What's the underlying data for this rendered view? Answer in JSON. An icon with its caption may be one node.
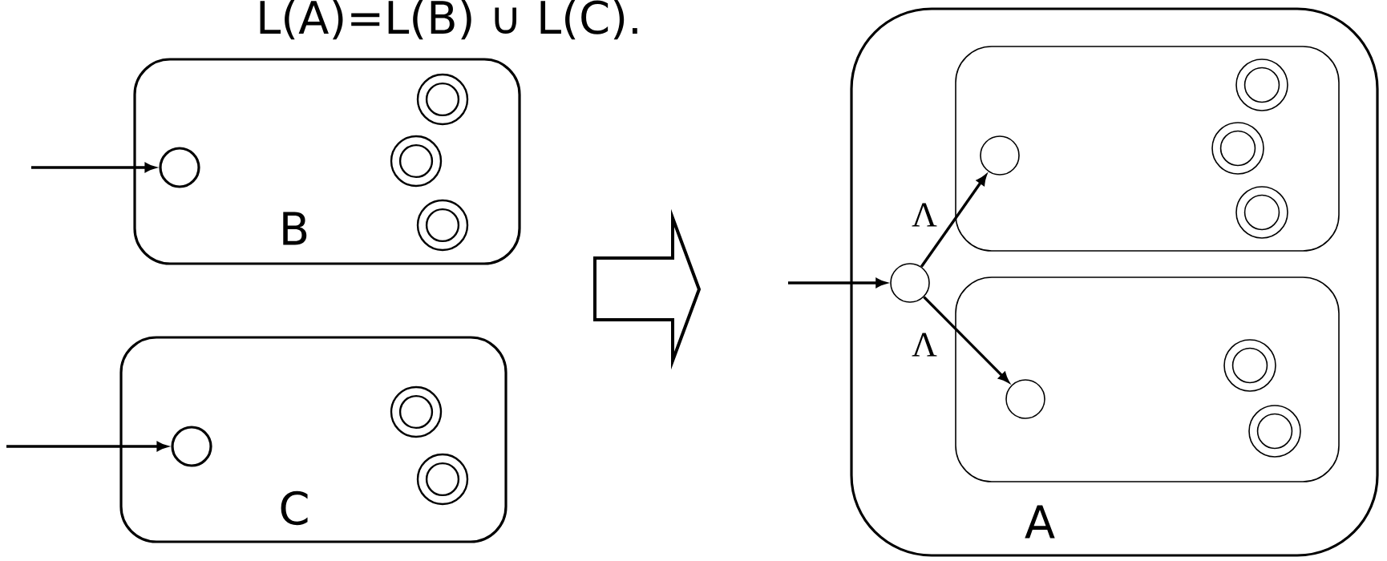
{
  "diagram": {
    "title": "L(A)=L(B) ∪ L(C).",
    "nodes": [
      {
        "text": [
          "B"
        ]
      },
      {
        "text": [],
        "shape": "circle",
        "in": 0
      },
      {
        "text": [],
        "shape": "double-circle",
        "in": 0
      },
      {
        "text": [],
        "shape": "double-circle",
        "in": 0
      },
      {
        "text": [],
        "shape": "double-circle",
        "in": 0
      },
      {
        "text": [
          "C"
        ]
      },
      {
        "text": [],
        "shape": "circle",
        "in": 5
      },
      {
        "text": [],
        "shape": "double-circle",
        "in": 5
      },
      {
        "text": [],
        "shape": "double-circle",
        "in": 5
      },
      {
        "text": [
          "A"
        ]
      },
      {
        "text": [],
        "shape": "circle",
        "in": 9
      },
      {
        "text": [],
        "shape": "box",
        "in": 9
      },
      {
        "text": [],
        "shape": "circle",
        "in": 11
      },
      {
        "text": [],
        "shape": "double-circle",
        "in": 11
      },
      {
        "text": [],
        "shape": "double-circle",
        "in": 11
      },
      {
        "text": [],
        "shape": "double-circle",
        "in": 11
      },
      {
        "text": [],
        "shape": "box",
        "in": 9
      },
      {
        "text": [],
        "shape": "circle",
        "in": 16
      },
      {
        "text": [],
        "shape": "double-circle",
        "in": 16
      },
      {
        "text": [],
        "shape": "double-circle",
        "in": 16
      }
    ],
    "edges": [
      {
        "from": null,
        "to": 1,
        "arrow": "to"
      },
      {
        "from": null,
        "to": 6,
        "arrow": "to"
      },
      {
        "from": null,
        "to": 10,
        "arrow": "to"
      },
      {
        "from": 10,
        "to": 12,
        "arrow": "to",
        "label": "Λ"
      },
      {
        "from": 10,
        "to": 17,
        "arrow": "to",
        "label": "Λ"
      }
    ]
  }
}
